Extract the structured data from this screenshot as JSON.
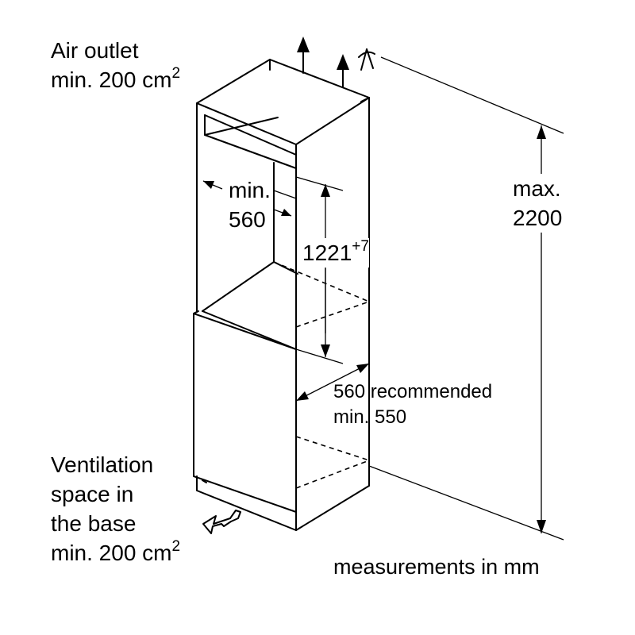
{
  "labels": {
    "air_outlet_line1": "Air outlet",
    "air_outlet_line2": "min. 200 cm",
    "air_outlet_sup": "2",
    "width_min_line1": "min.",
    "width_min_line2": "560",
    "height_main": "1221",
    "height_sup": "+7",
    "max_height_line1": "max.",
    "max_height_line2": "2200",
    "depth_line1": "560 recommended",
    "depth_line2": "min. 550",
    "vent_line1": "Ventilation",
    "vent_line2": "space in",
    "vent_line3": "the base",
    "vent_line4": "min. 200 cm",
    "vent_sup": "2",
    "units_note": "measurements in mm"
  },
  "colors": {
    "ink": "#000000",
    "background": "#ffffff"
  },
  "icons": [
    "air-outlet-arrow-icon",
    "air-inlet-arrow-icon",
    "height-arrow-icon"
  ]
}
